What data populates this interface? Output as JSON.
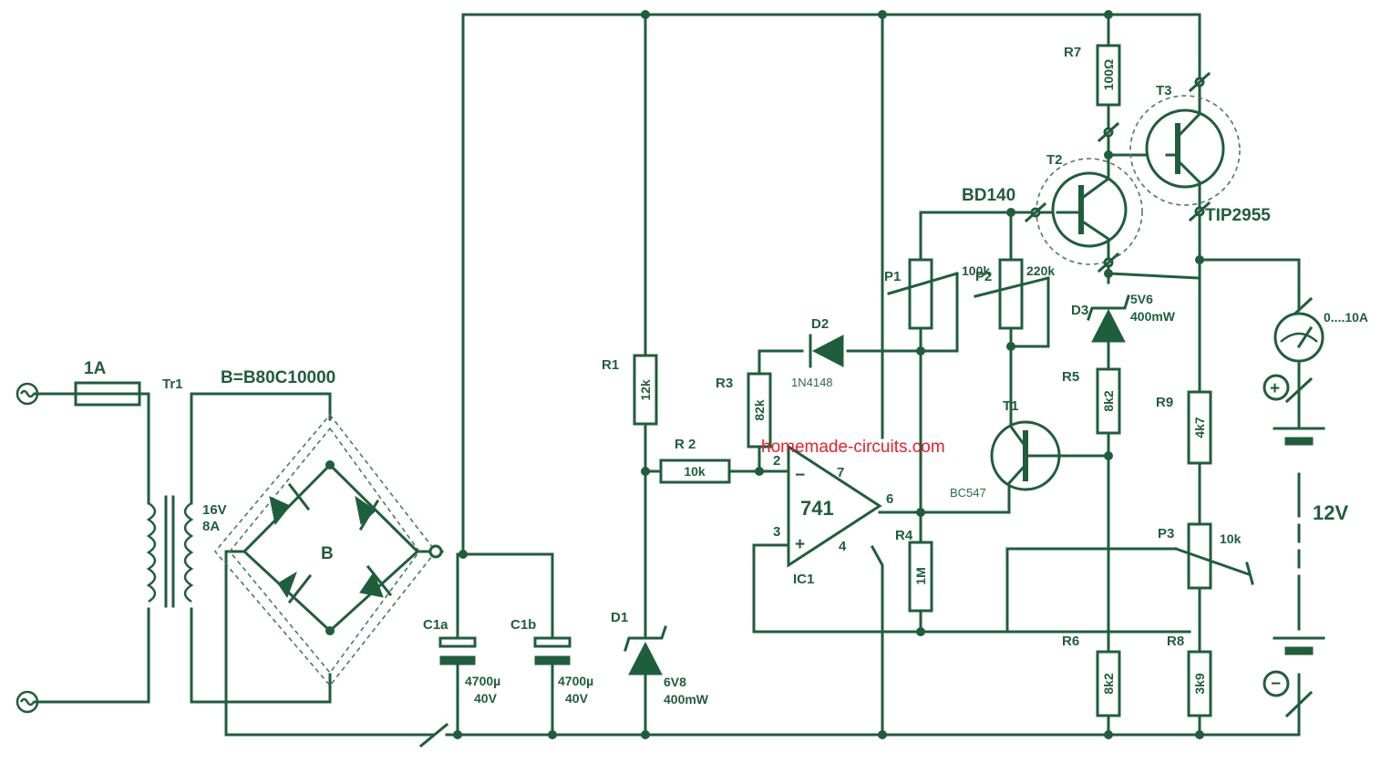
{
  "fuse": {
    "label": "1A"
  },
  "transformer": {
    "label": "Tr1",
    "rating_v": "16V",
    "rating_a": "8A"
  },
  "bridge": {
    "title": "B=B80C10000",
    "label": "B"
  },
  "capacitors": {
    "c1a": {
      "name": "C1a",
      "value": "4700µ",
      "voltage": "40V"
    },
    "c1b": {
      "name": "C1b",
      "value": "4700µ",
      "voltage": "40V"
    }
  },
  "resistors": {
    "r1": {
      "name": "R1",
      "value": "12k"
    },
    "r2": {
      "name": "R 2",
      "value": "10k"
    },
    "r3": {
      "name": "R3",
      "value": "82k"
    },
    "r4": {
      "name": "R4",
      "value": "1M"
    },
    "r5": {
      "name": "R5",
      "value": "8k2"
    },
    "r6": {
      "name": "R6",
      "value": "8k2"
    },
    "r7": {
      "name": "R7",
      "value": "100Ω"
    },
    "r8": {
      "name": "R8",
      "value": "3k9"
    },
    "r9": {
      "name": "R9",
      "value": "4k7"
    }
  },
  "potentiometers": {
    "p1": {
      "name": "P1",
      "value": "100k"
    },
    "p2": {
      "name": "P2",
      "value": "220k"
    },
    "p3": {
      "name": "P3",
      "value": "10k"
    }
  },
  "diodes": {
    "d1": {
      "name": "D1",
      "value": "6V8",
      "power": "400mW"
    },
    "d2": {
      "name": "D2",
      "part": "1N4148"
    },
    "d3": {
      "name": "D3",
      "value": "5V6",
      "power": "400mW"
    }
  },
  "transistors": {
    "t1": {
      "name": "T1",
      "part": "BC547"
    },
    "t2": {
      "name": "T2",
      "part": "BD140"
    },
    "t3": {
      "name": "T3",
      "part": "TIP2955"
    }
  },
  "opamp": {
    "name": "IC1",
    "part": "741",
    "pins": {
      "p2": "2",
      "p3": "3",
      "p4": "4",
      "p6": "6",
      "p7": "7"
    },
    "minus": "−",
    "plus": "+"
  },
  "ammeter": {
    "range": "0....10A",
    "plus": "+"
  },
  "battery": {
    "voltage": "12V",
    "minus": "−"
  },
  "watermark": "homemade-circuits.com",
  "colors": {
    "ink": "#1f5e3c",
    "watermark": "#e8202a"
  }
}
